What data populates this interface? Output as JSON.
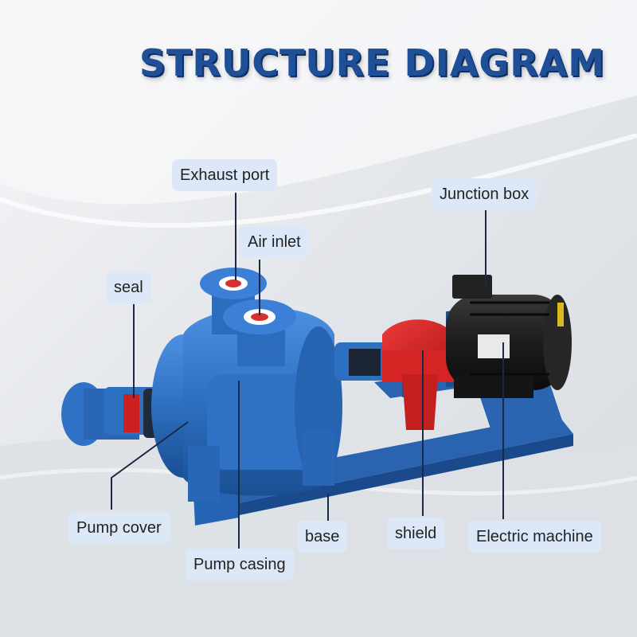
{
  "title": "STRUCTURE DIAGRAM",
  "colors": {
    "title": "#1f4f96",
    "label_bg": "#dce8f7",
    "pump_blue": "#2d6fc0",
    "shield_red": "#d42424",
    "motor_black": "#1c1c1c"
  },
  "labels": {
    "exhaust_port": "Exhaust port",
    "air_inlet": "Air inlet",
    "seal": "seal",
    "junction_box": "Junction box",
    "pump_cover": "Pump cover",
    "base": "base",
    "shield": "shield",
    "electric_machine": "Electric machine",
    "pump_casing": "Pump casing"
  }
}
